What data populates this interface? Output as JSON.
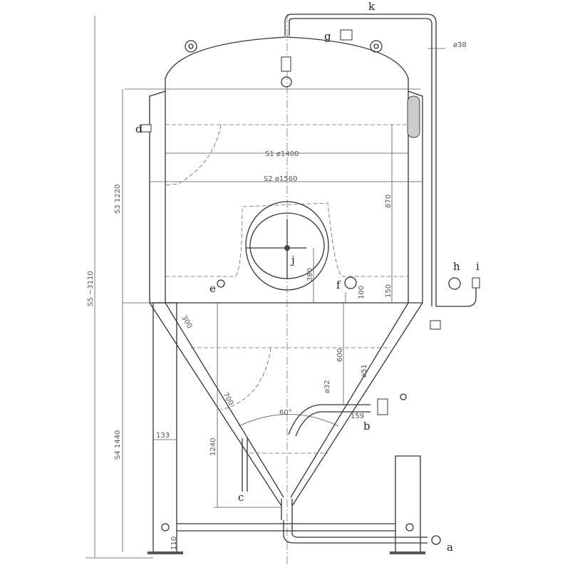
{
  "title": "Conical fermentation tank drawing",
  "ports": {
    "a": "a",
    "b": "b",
    "c": "c",
    "d": "d",
    "e": "e",
    "f": "f",
    "g": "g",
    "h": "h",
    "i": "i",
    "j": "j",
    "k": "k"
  },
  "dims": {
    "s1": "S1 ø1400",
    "s2": "S2 ø1560",
    "s3": "S3 1220",
    "s4": "S4 1440",
    "s5": "S5 ~3110",
    "d870": "870",
    "d380": "380",
    "d150": "150",
    "d100": "100",
    "d300": "300",
    "d600": "600",
    "d51": "ø51",
    "d32": "ø32",
    "d700": "700",
    "a60": "60°",
    "d159": "159",
    "d133": "133",
    "d1240": "1240",
    "d110": "110",
    "d38": "ø38"
  }
}
